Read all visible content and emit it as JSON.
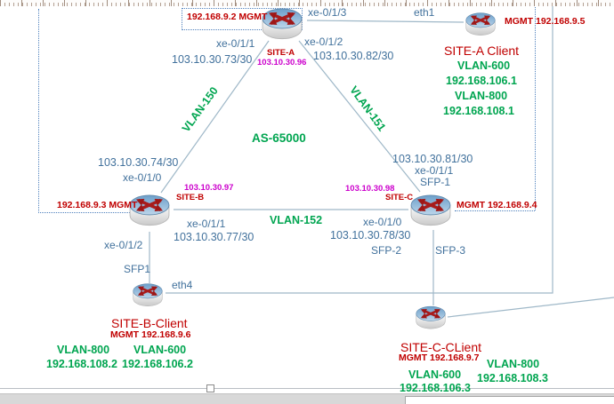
{
  "colors": {
    "link_line": "#9fb8c8",
    "mgmt_dotted": "#4f81bd",
    "interface_text": "#41719c",
    "vlan_green": "#00a550",
    "site_red": "#c00000",
    "loopback_magenta": "#cc00cc"
  },
  "core": {
    "as_number": "AS-65000",
    "site_a": {
      "name": "SITE-A",
      "loopback": "103.10.30.96",
      "mgmt": "192.168.9.2 MGMT",
      "if_to_client": "xe-0/1/3",
      "if_to_b": "xe-0/1/1",
      "if_to_c": "xe-0/1/2",
      "ip_to_b": "103.10.30.73/30",
      "ip_to_c": "103.10.30.82/30"
    },
    "site_b": {
      "name": "SITE-B",
      "loopback": "103.10.30.97",
      "mgmt": "192.168.9.3 MGMT",
      "if_to_a": "xe-0/1/0",
      "ip_to_a": "103.10.30.74/30",
      "if_to_c": "xe-0/1/1",
      "ip_to_c": "103.10.30.77/30",
      "if_to_client": "xe-0/1/2"
    },
    "site_c": {
      "name": "SITE-C",
      "loopback": "103.10.30.98",
      "mgmt": "MGMT 192.168.9.4",
      "if_to_a": "xe-0/1/1",
      "ip_to_a": "103.10.30.81/30",
      "port_to_a": "SFP-1",
      "if_to_b": "xe-0/1/0",
      "ip_to_b": "103.10.30.78/30",
      "port_to_b": "SFP-2",
      "port_to_client": "SFP-3"
    },
    "links": {
      "vlan_ab": "VLAN-150",
      "vlan_ac": "VLAN-151",
      "vlan_bc": "VLAN-152"
    }
  },
  "clients": {
    "client_a": {
      "name": "SITE-A Client",
      "mgmt": "MGMT 192.168.9.5",
      "port": "eth1",
      "vlan1": "VLAN-600",
      "ip1": "192.168.106.1",
      "vlan2": "VLAN-800",
      "ip2": "192.168.108.1"
    },
    "client_b": {
      "name": "SITE-B-Client",
      "mgmt": "MGMT 192.168.9.6",
      "port_up": "SFP1",
      "port_right": "eth4",
      "vlan1": "VLAN-800",
      "ip1": "192.168.108.2",
      "vlan2": "VLAN-600",
      "ip2": "192.168.106.2"
    },
    "client_c": {
      "name": "SITE-C-CLient",
      "mgmt": "MGMT 192.168.9.7",
      "vlan1": "VLAN-600",
      "ip1": "192.168.106.3",
      "vlan2": "VLAN-800",
      "ip2": "192.168.108.3"
    }
  }
}
